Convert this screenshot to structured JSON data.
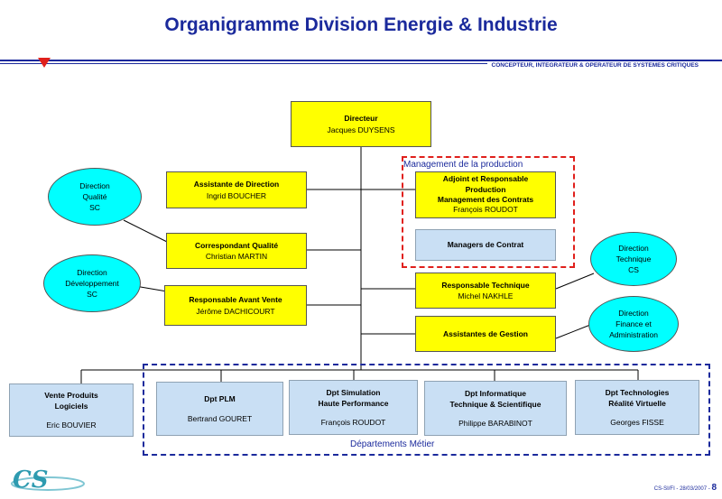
{
  "title": "Organigramme Division Energie & Industrie",
  "tagline": "CONCEPTEUR, INTEGRATEUR & OPERATEUR DE SYSTEMES CRITIQUES",
  "directeur": {
    "role": "Directeur",
    "name": "Jacques DUYSENS"
  },
  "assistante": {
    "role": "Assistante de Direction",
    "name": "Ingrid BOUCHER"
  },
  "qualite": {
    "role": "Correspondant Qualité",
    "name": "Christian MARTIN"
  },
  "avant_vente": {
    "role": "Responsable Avant Vente",
    "name": "Jérôme DACHICOURT"
  },
  "management_production": {
    "label": "Management de la production",
    "adjoint": {
      "role1": "Adjoint et Responsable",
      "role2": "Production",
      "role3": "Management des Contrats",
      "name": "François ROUDOT"
    },
    "managers": "Managers de Contrat"
  },
  "resp_technique": {
    "role": "Responsable Technique",
    "name": "Michel NAKHLE"
  },
  "assistantes_gestion": "Assistantes de Gestion",
  "ovals": {
    "qualite": [
      "Direction",
      "Qualité",
      "SC"
    ],
    "developpement": [
      "Direction",
      "Développement",
      "SC"
    ],
    "technique": [
      "Direction",
      "Technique",
      "CS"
    ],
    "finance": [
      "Direction",
      "Finance et",
      "Administration"
    ]
  },
  "departements": {
    "label": "Départements Métier",
    "vente": {
      "line1": "Vente Produits",
      "line2": "Logiciels",
      "name": "Eric BOUVIER"
    },
    "plm": {
      "line1": "Dpt PLM",
      "name": "Bertrand GOURET"
    },
    "simulation": {
      "line1": "Dpt Simulation",
      "line2": "Haute Performance",
      "name": "François ROUDOT"
    },
    "informatique": {
      "line1": "Dpt Informatique",
      "line2": "Technique & Scientifique",
      "name": "Philippe BARABINOT"
    },
    "technologies": {
      "line1": "Dpt Technologies",
      "line2": "Réalité Virtuelle",
      "name": "Georges FISSE"
    }
  },
  "logo_text": "CS",
  "footer": {
    "text": "CS-SI/FI - 28/03/2007 -",
    "page": "8"
  },
  "colors": {
    "title": "#1b2a9c",
    "yellow": "#ffff00",
    "cyan": "#00ffff",
    "light_blue": "#c9dff4",
    "red": "#e0201c"
  }
}
